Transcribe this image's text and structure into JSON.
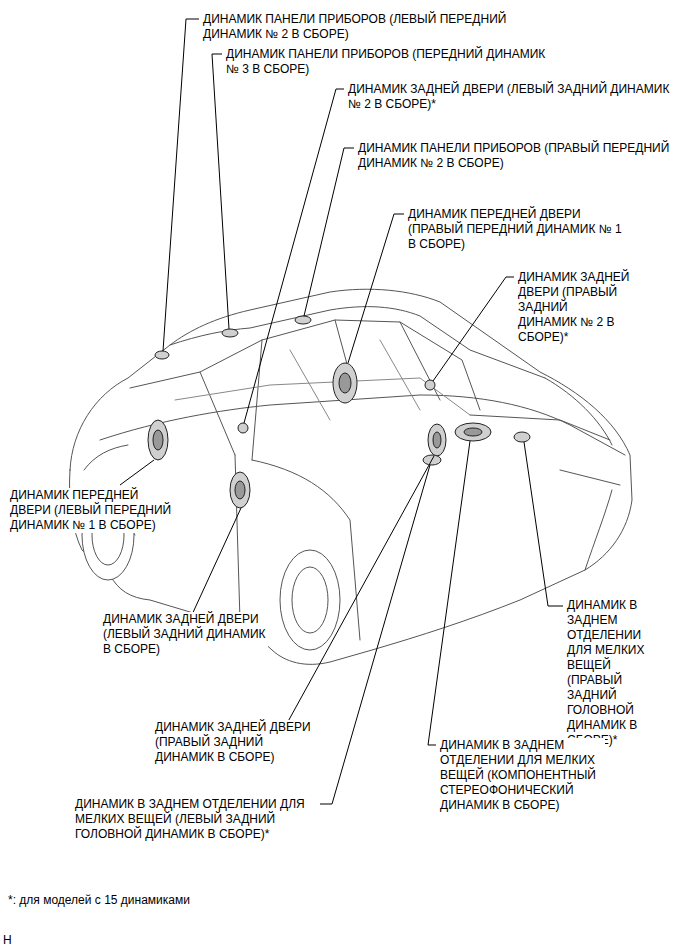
{
  "diagram": {
    "labels": [
      "ДИНАМИК ПАНЕЛИ ПРИБОРОВ (ЛЕВЫЙ ПЕРЕДНИЙ ДИНАМИК № 2 В СБОРЕ)",
      "ДИНАМИК ПАНЕЛИ ПРИБОРОВ (ПЕРЕДНИЙ ДИНАМИК № 3 В СБОРЕ)",
      "ДИНАМИК ЗАДНЕЙ ДВЕРИ (ЛЕВЫЙ ЗАДНИЙ ДИНАМИК № 2 В СБОРЕ)*",
      "ДИНАМИК ПАНЕЛИ ПРИБОРОВ (ПРАВЫЙ ПЕРЕДНИЙ ДИНАМИК № 2 В СБОРЕ)",
      "ДИНАМИК ПЕРЕДНЕЙ ДВЕРИ (ПРАВЫЙ ПЕРЕДНИЙ ДИНАМИК № 1 В СБОРЕ)",
      "ДИНАМИК ЗАДНЕЙ ДВЕРИ (ПРАВЫЙ ЗАДНИЙ ДИНАМИК № 2 В СБОРЕ)*",
      "ДИНАМИК ПЕРЕДНЕЙ ДВЕРИ (ЛЕВЫЙ ПЕРЕДНИЙ ДИНАМИК № 1 В СБОРЕ)",
      "ДИНАМИК В ЗАДНЕМ ОТДЕЛЕНИИ ДЛЯ МЕЛКИХ ВЕЩЕЙ (ПРАВЫЙ ЗАДНИЙ ГОЛОВНОЙ ДИНАМИК В СБОРЕ)*",
      "ДИНАМИК ЗАДНЕЙ ДВЕРИ (ЛЕВЫЙ ЗАДНИЙ ДИНАМИК В СБОРЕ)",
      "ДИНАМИК ЗАДНЕЙ ДВЕРИ (ПРАВЫЙ ЗАДНИЙ ДИНАМИК В СБОРЕ)",
      "ДИНАМИК В ЗАДНЕМ ОТДЕЛЕНИИ ДЛЯ МЕЛКИХ ВЕЩЕЙ (КОМПОНЕНТНЫЙ СТЕРЕОФОНИЧЕСКИЙ ДИНАМИК В СБОРЕ)",
      "ДИНАМИК В ЗАДНЕМ ОТДЕЛЕНИИ ДЛЯ МЕЛКИХ ВЕЩЕЙ (ЛЕВЫЙ ЗАДНИЙ ГОЛОВНОЙ ДИНАМИК В СБОРЕ)*",
      "*: для моделей с 15 динамиками",
      "H"
    ]
  }
}
